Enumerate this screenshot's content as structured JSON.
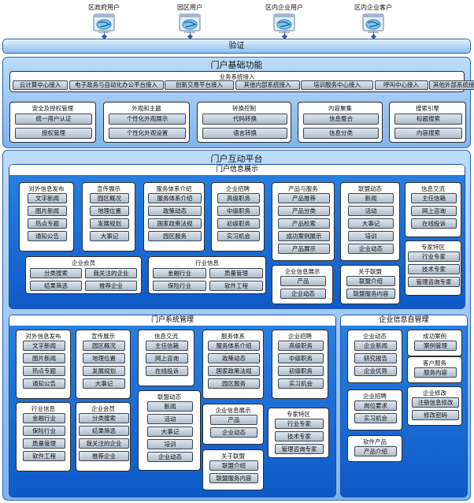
{
  "users": [
    {
      "label": "区政府用户",
      "icon": "browser-globe-icon"
    },
    {
      "label": "园区用户",
      "icon": "browser-globe-icon"
    },
    {
      "label": "区内企业用户",
      "icon": "browser-globe-icon"
    },
    {
      "label": "区内企业客户",
      "icon": "browser-globe-icon"
    }
  ],
  "auth": "验证",
  "base": {
    "title": "门户基础功能",
    "biz": {
      "title": "业务系统接入",
      "items": [
        "云计算中心接入",
        "电子政务与自动化办公平台接入",
        "创新交易平台接入",
        "其他内部系统接入",
        "培训服务中心接入",
        "呼叫中心接入",
        "其他外部系统接入"
      ]
    },
    "groups": [
      {
        "title": "安全及授权管理",
        "items": [
          "统一用户认证",
          "授权管理"
        ]
      },
      {
        "title": "外观和主题",
        "items": [
          "个性化外观展示",
          "个性化外观设置"
        ]
      },
      {
        "title": "转换控制",
        "items": [
          "代码转换",
          "语言转换"
        ]
      },
      {
        "title": "内容聚集",
        "items": [
          "信息整合",
          "信息分类"
        ]
      },
      {
        "title": "搜索引擎",
        "items": [
          "标题搜索",
          "内容搜索"
        ]
      }
    ]
  },
  "platform": {
    "title": "门户互动平台",
    "display": {
      "title": "门户信息展示",
      "groups": [
        {
          "title": "对外信息发布",
          "items": [
            "文字新闻",
            "图片新闻",
            "热点专题",
            "通知公告"
          ]
        },
        {
          "title": "宣传展示",
          "items": [
            "园区概况",
            "地理位置",
            "发展规划",
            "大事记"
          ]
        },
        {
          "title": "服务体系介绍",
          "items": [
            "服务体系介绍",
            "政策动态",
            "国家政策法规",
            "园区服务"
          ]
        },
        {
          "title": "企业招聘",
          "items": [
            "高级职务",
            "中级职务",
            "初级职务",
            "实习机会"
          ]
        },
        {
          "title": "产品与服务",
          "items": [
            "产品推荐",
            "产品分类",
            "产品检索",
            "成功案例展示",
            "产品展示"
          ]
        },
        {
          "title": "联盟动态",
          "items": [
            "新闻",
            "活动",
            "大事记",
            "培训",
            "企业动态"
          ]
        },
        {
          "title": "信息交流",
          "items": [
            "主任信箱",
            "网上咨询",
            "在线投诉"
          ]
        },
        {
          "title": "专家特区",
          "items": [
            "行业专家",
            "技术专家",
            "管理咨询专家"
          ]
        },
        {
          "title": "企业会员",
          "items": [
            "分类搜索",
            "我关注的企业",
            "结果筛选",
            "推荐企业"
          ]
        },
        {
          "title": "行业信息",
          "items": [
            "金融行业",
            "质量管理",
            "保险行业",
            "软件工程"
          ]
        },
        {
          "title": "企业信息展示",
          "items": [
            "产品",
            "企业动态"
          ]
        },
        {
          "title": "关于联盟",
          "items": [
            "联盟介绍",
            "联盟服务内容"
          ]
        }
      ]
    },
    "sysmgmt": {
      "title": "门户系统管理",
      "groups": [
        {
          "title": "对外信息发布",
          "items": [
            "文字新闻",
            "图片新闻",
            "热点专题",
            "通知公告"
          ]
        },
        {
          "title": "宣传展示",
          "items": [
            "园区概况",
            "地理位置",
            "发展规划",
            "大事记"
          ]
        },
        {
          "title": "信息交流",
          "items": [
            "主任信箱",
            "网上咨询",
            "在线投诉"
          ]
        },
        {
          "title": "服务体系",
          "items": [
            "服务体系介绍",
            "政策动态",
            "国家政策法规",
            "园区服务"
          ]
        },
        {
          "title": "企业招聘",
          "items": [
            "高级职务",
            "中级职务",
            "初级职务",
            "实习机会"
          ]
        },
        {
          "title": "行业信息",
          "items": [
            "金融行业",
            "保险行业",
            "质量管理",
            "软件工程"
          ]
        },
        {
          "title": "企业会员",
          "items": [
            "分类搜索",
            "结果筛选",
            "我关注的企业",
            "推荐企业"
          ]
        },
        {
          "title": "联盟动态",
          "items": [
            "新闻",
            "活动",
            "大事记",
            "培训",
            "企业动态"
          ]
        },
        {
          "title": "企业信息展示",
          "items": [
            "产品",
            "企业动态"
          ]
        },
        {
          "title": "专家特区",
          "items": [
            "行业专家",
            "技术专家",
            "管理咨询专家"
          ]
        },
        {
          "title": "关于联盟",
          "items": [
            "联盟介绍",
            "联盟服务内容"
          ]
        }
      ]
    },
    "selfmgmt": {
      "title": "企业信息自管理",
      "groups": [
        {
          "title": "企业动态",
          "items": [
            "企业新闻",
            "研究报告",
            "企业优势"
          ]
        },
        {
          "title": "成功案例",
          "items": [
            "案例管理"
          ]
        },
        {
          "title": "客户服务",
          "items": [
            "服务内容"
          ]
        },
        {
          "title": "企业招聘",
          "items": [
            "岗位要求",
            "实习机会"
          ]
        },
        {
          "title": "企业修改",
          "items": [
            "注册信息修改",
            "修改密码"
          ]
        },
        {
          "title": "软件产品",
          "items": [
            "产品介绍"
          ]
        }
      ]
    }
  }
}
